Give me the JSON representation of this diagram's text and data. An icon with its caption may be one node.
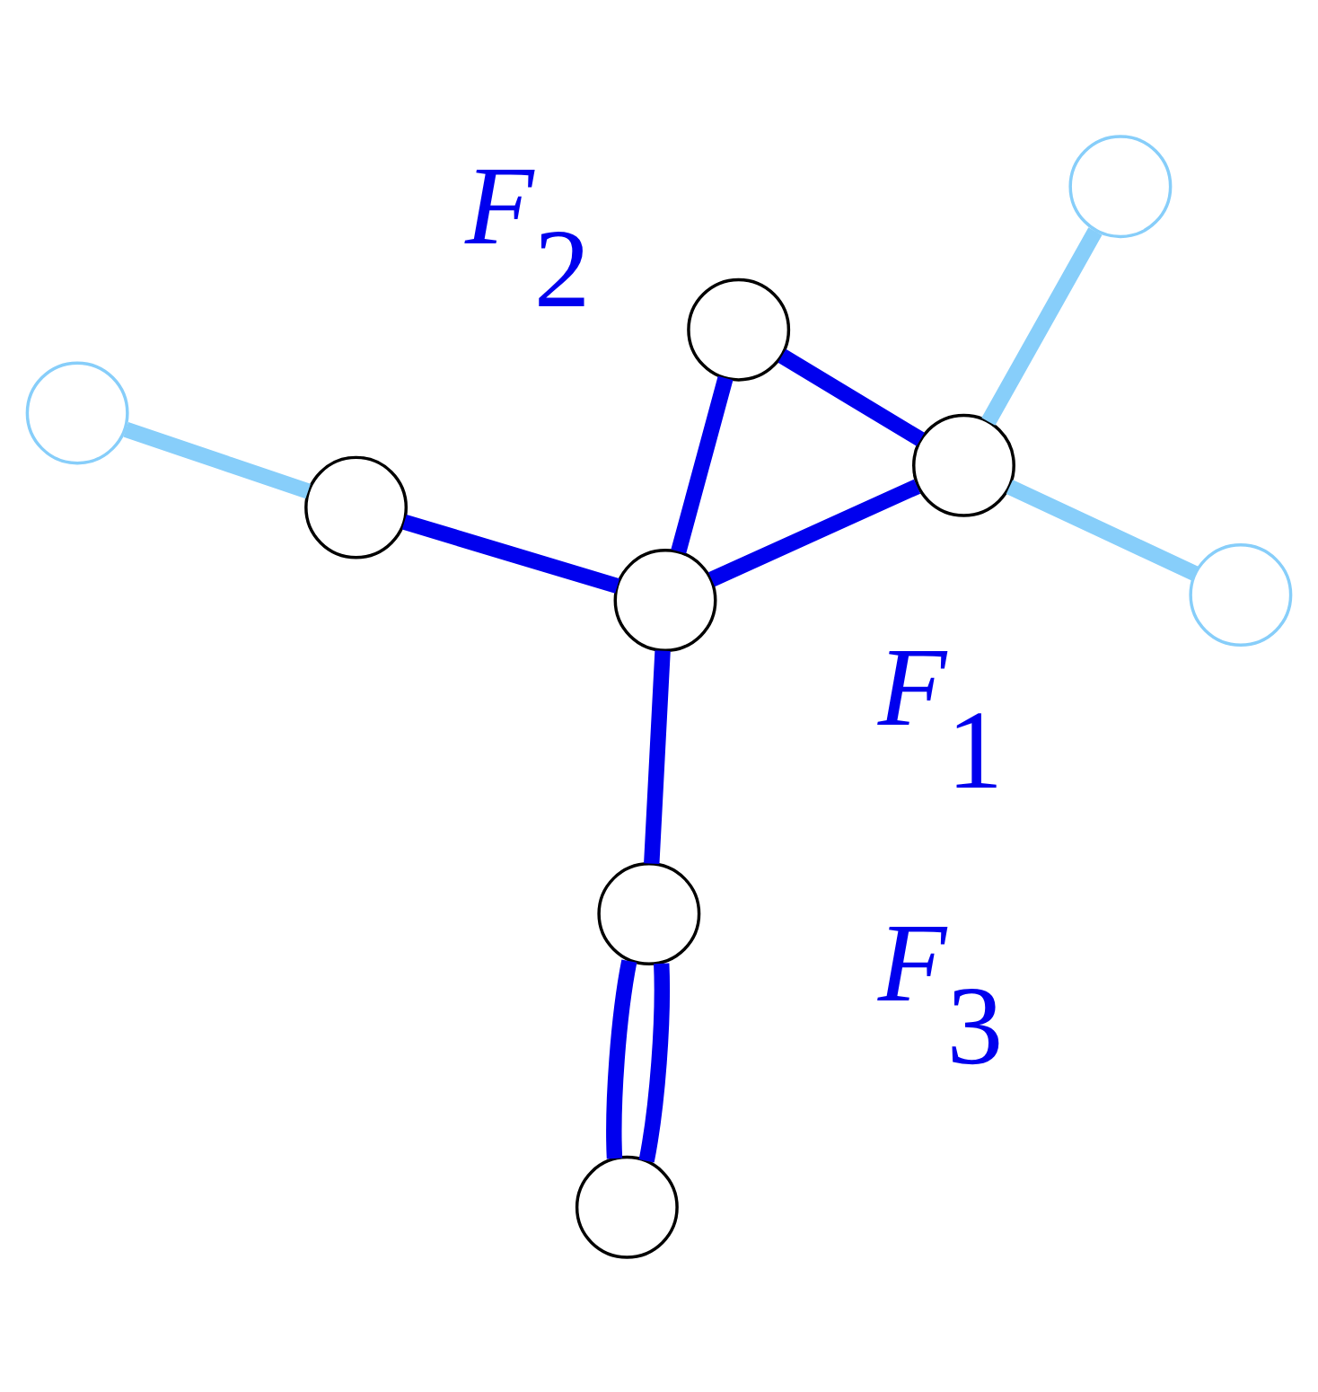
{
  "diagram": {
    "nodes": [
      {
        "text": [],
        "shape": "circle"
      },
      {
        "text": [],
        "shape": "circle"
      },
      {
        "text": [],
        "shape": "circle"
      },
      {
        "text": [],
        "shape": "circle"
      },
      {
        "text": [],
        "shape": "circle"
      },
      {
        "text": [],
        "shape": "circle"
      },
      {
        "text": [],
        "shape": "circle"
      },
      {
        "text": [],
        "shape": "circle"
      },
      {
        "text": [],
        "shape": "circle"
      }
    ],
    "edges": [
      {
        "from": 0,
        "to": 4,
        "arrow": "none"
      },
      {
        "from": 0,
        "to": 5,
        "arrow": "none"
      },
      {
        "from": 1,
        "to": 4,
        "arrow": "none",
        "color": "#87cefa"
      },
      {
        "from": 2,
        "to": 3,
        "arrow": "none",
        "color": "#87cefa"
      },
      {
        "from": 3,
        "to": 5,
        "arrow": "none"
      },
      {
        "from": 4,
        "to": 5,
        "arrow": "none"
      },
      {
        "from": 5,
        "to": 6,
        "arrow": "none"
      },
      {
        "from": 6,
        "to": 7,
        "arrow": "none"
      },
      {
        "from": 6,
        "to": 7,
        "arrow": "none"
      },
      {
        "from": 4,
        "to": 8,
        "arrow": "none",
        "color": "#87cefa"
      }
    ],
    "labels": [
      "*F*$_{1}$",
      "*F*$_{2}$",
      "*F*$_{3}$"
    ]
  }
}
